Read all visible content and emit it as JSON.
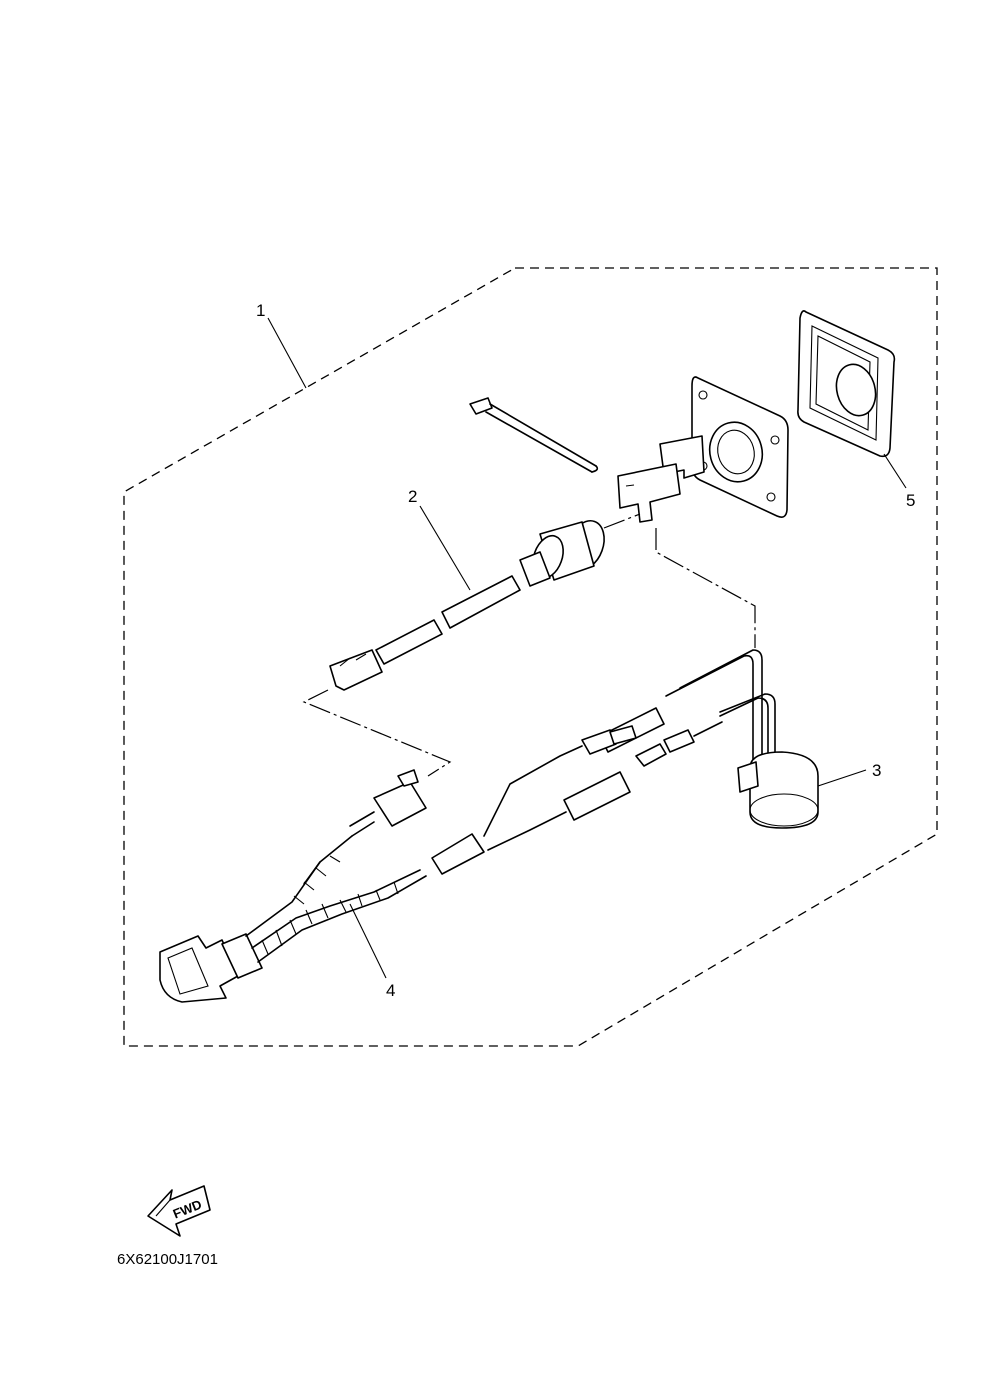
{
  "diagram": {
    "callouts": [
      {
        "id": "1",
        "label": "1"
      },
      {
        "id": "2",
        "label": "2"
      },
      {
        "id": "3",
        "label": "3"
      },
      {
        "id": "4",
        "label": "4"
      },
      {
        "id": "5",
        "label": "5"
      }
    ],
    "direction_label": "FWD",
    "drawing_code": "6X62100J1701"
  }
}
